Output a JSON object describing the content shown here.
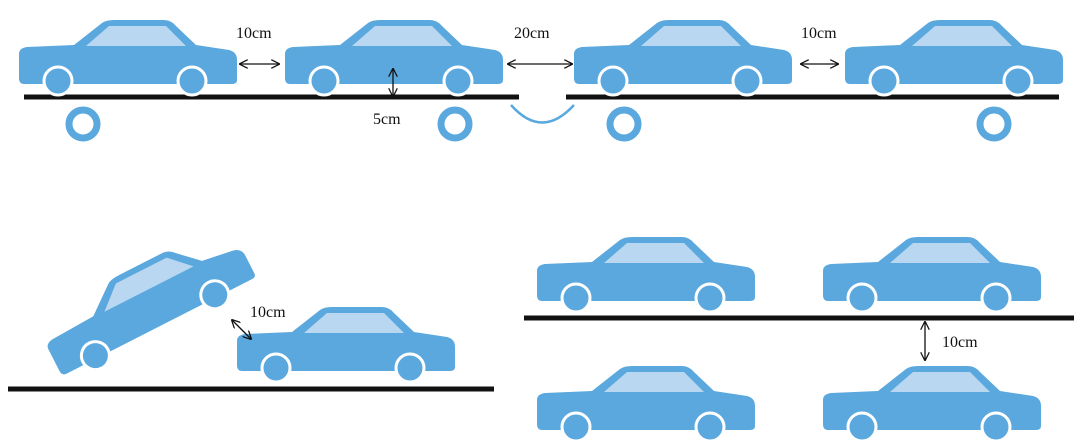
{
  "colors": {
    "car_body": "#5aa8de",
    "car_window": "#b9d7f0",
    "deck": "#111111",
    "background": "#ffffff"
  },
  "labels": {
    "gap_top_left": "10cm",
    "gap_top_middle": "20cm",
    "gap_top_right": "10cm",
    "deck_clearance": "5cm",
    "tilted_gap": "10cm",
    "stack_gap": "10cm"
  }
}
